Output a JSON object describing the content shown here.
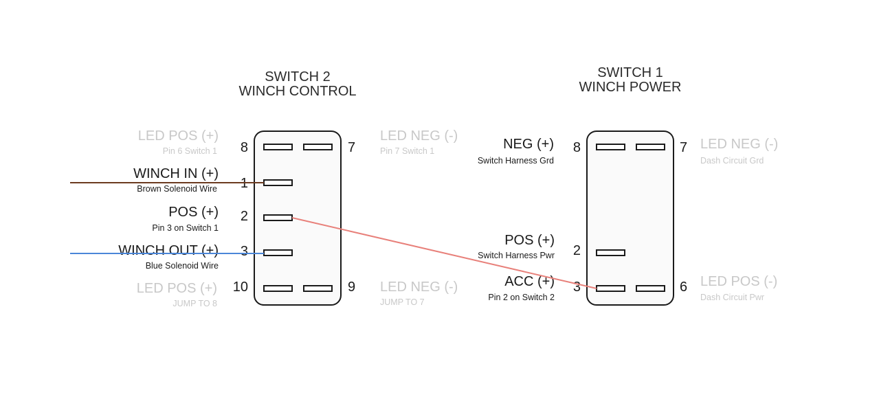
{
  "switch2": {
    "title_line1": "SWITCH 2",
    "title_line2": "WINCH CONTROL",
    "pins": {
      "p8": "8",
      "p7": "7",
      "p1": "1",
      "p2": "2",
      "p3": "3",
      "p10": "10",
      "p9": "9"
    },
    "left": {
      "led_pos_top": {
        "label": "LED POS (+)",
        "sub": "Pin 6 Switch 1"
      },
      "winch_in": {
        "label": "WINCH IN (+)",
        "sub": "Brown Solenoid Wire"
      },
      "pos": {
        "label": "POS (+)",
        "sub": "Pin 3 on Switch 1"
      },
      "winch_out": {
        "label": "WINCH OUT (+)",
        "sub": "Blue Solenoid Wire"
      },
      "led_pos_bottom": {
        "label": "LED POS (+)",
        "sub": "JUMP TO 8"
      }
    },
    "right": {
      "led_neg_top": {
        "label": "LED NEG (-)",
        "sub": "Pin 7 Switch 1"
      },
      "led_neg_bottom": {
        "label": "LED NEG (-)",
        "sub": "JUMP TO 7"
      }
    }
  },
  "switch1": {
    "title_line1": "SWITCH 1",
    "title_line2": "WINCH POWER",
    "pins": {
      "p8": "8",
      "p7": "7",
      "p2": "2",
      "p3": "3",
      "p6": "6"
    },
    "left": {
      "neg": {
        "label": "NEG (+)",
        "sub": "Switch Harness Grd"
      },
      "pos": {
        "label": "POS (+)",
        "sub": "Switch Harness Pwr"
      },
      "acc": {
        "label": "ACC (+)",
        "sub": "Pin 2 on Switch 2"
      }
    },
    "right": {
      "led_neg": {
        "label": "LED NEG (-)",
        "sub": "Dash Circuit Grd"
      },
      "led_pos": {
        "label": "LED POS (-)",
        "sub": "Dash Circuit Pwr"
      }
    }
  },
  "wires": {
    "brown": "#6b3a1f",
    "blue": "#4a86d8",
    "red": "#e8807a"
  }
}
